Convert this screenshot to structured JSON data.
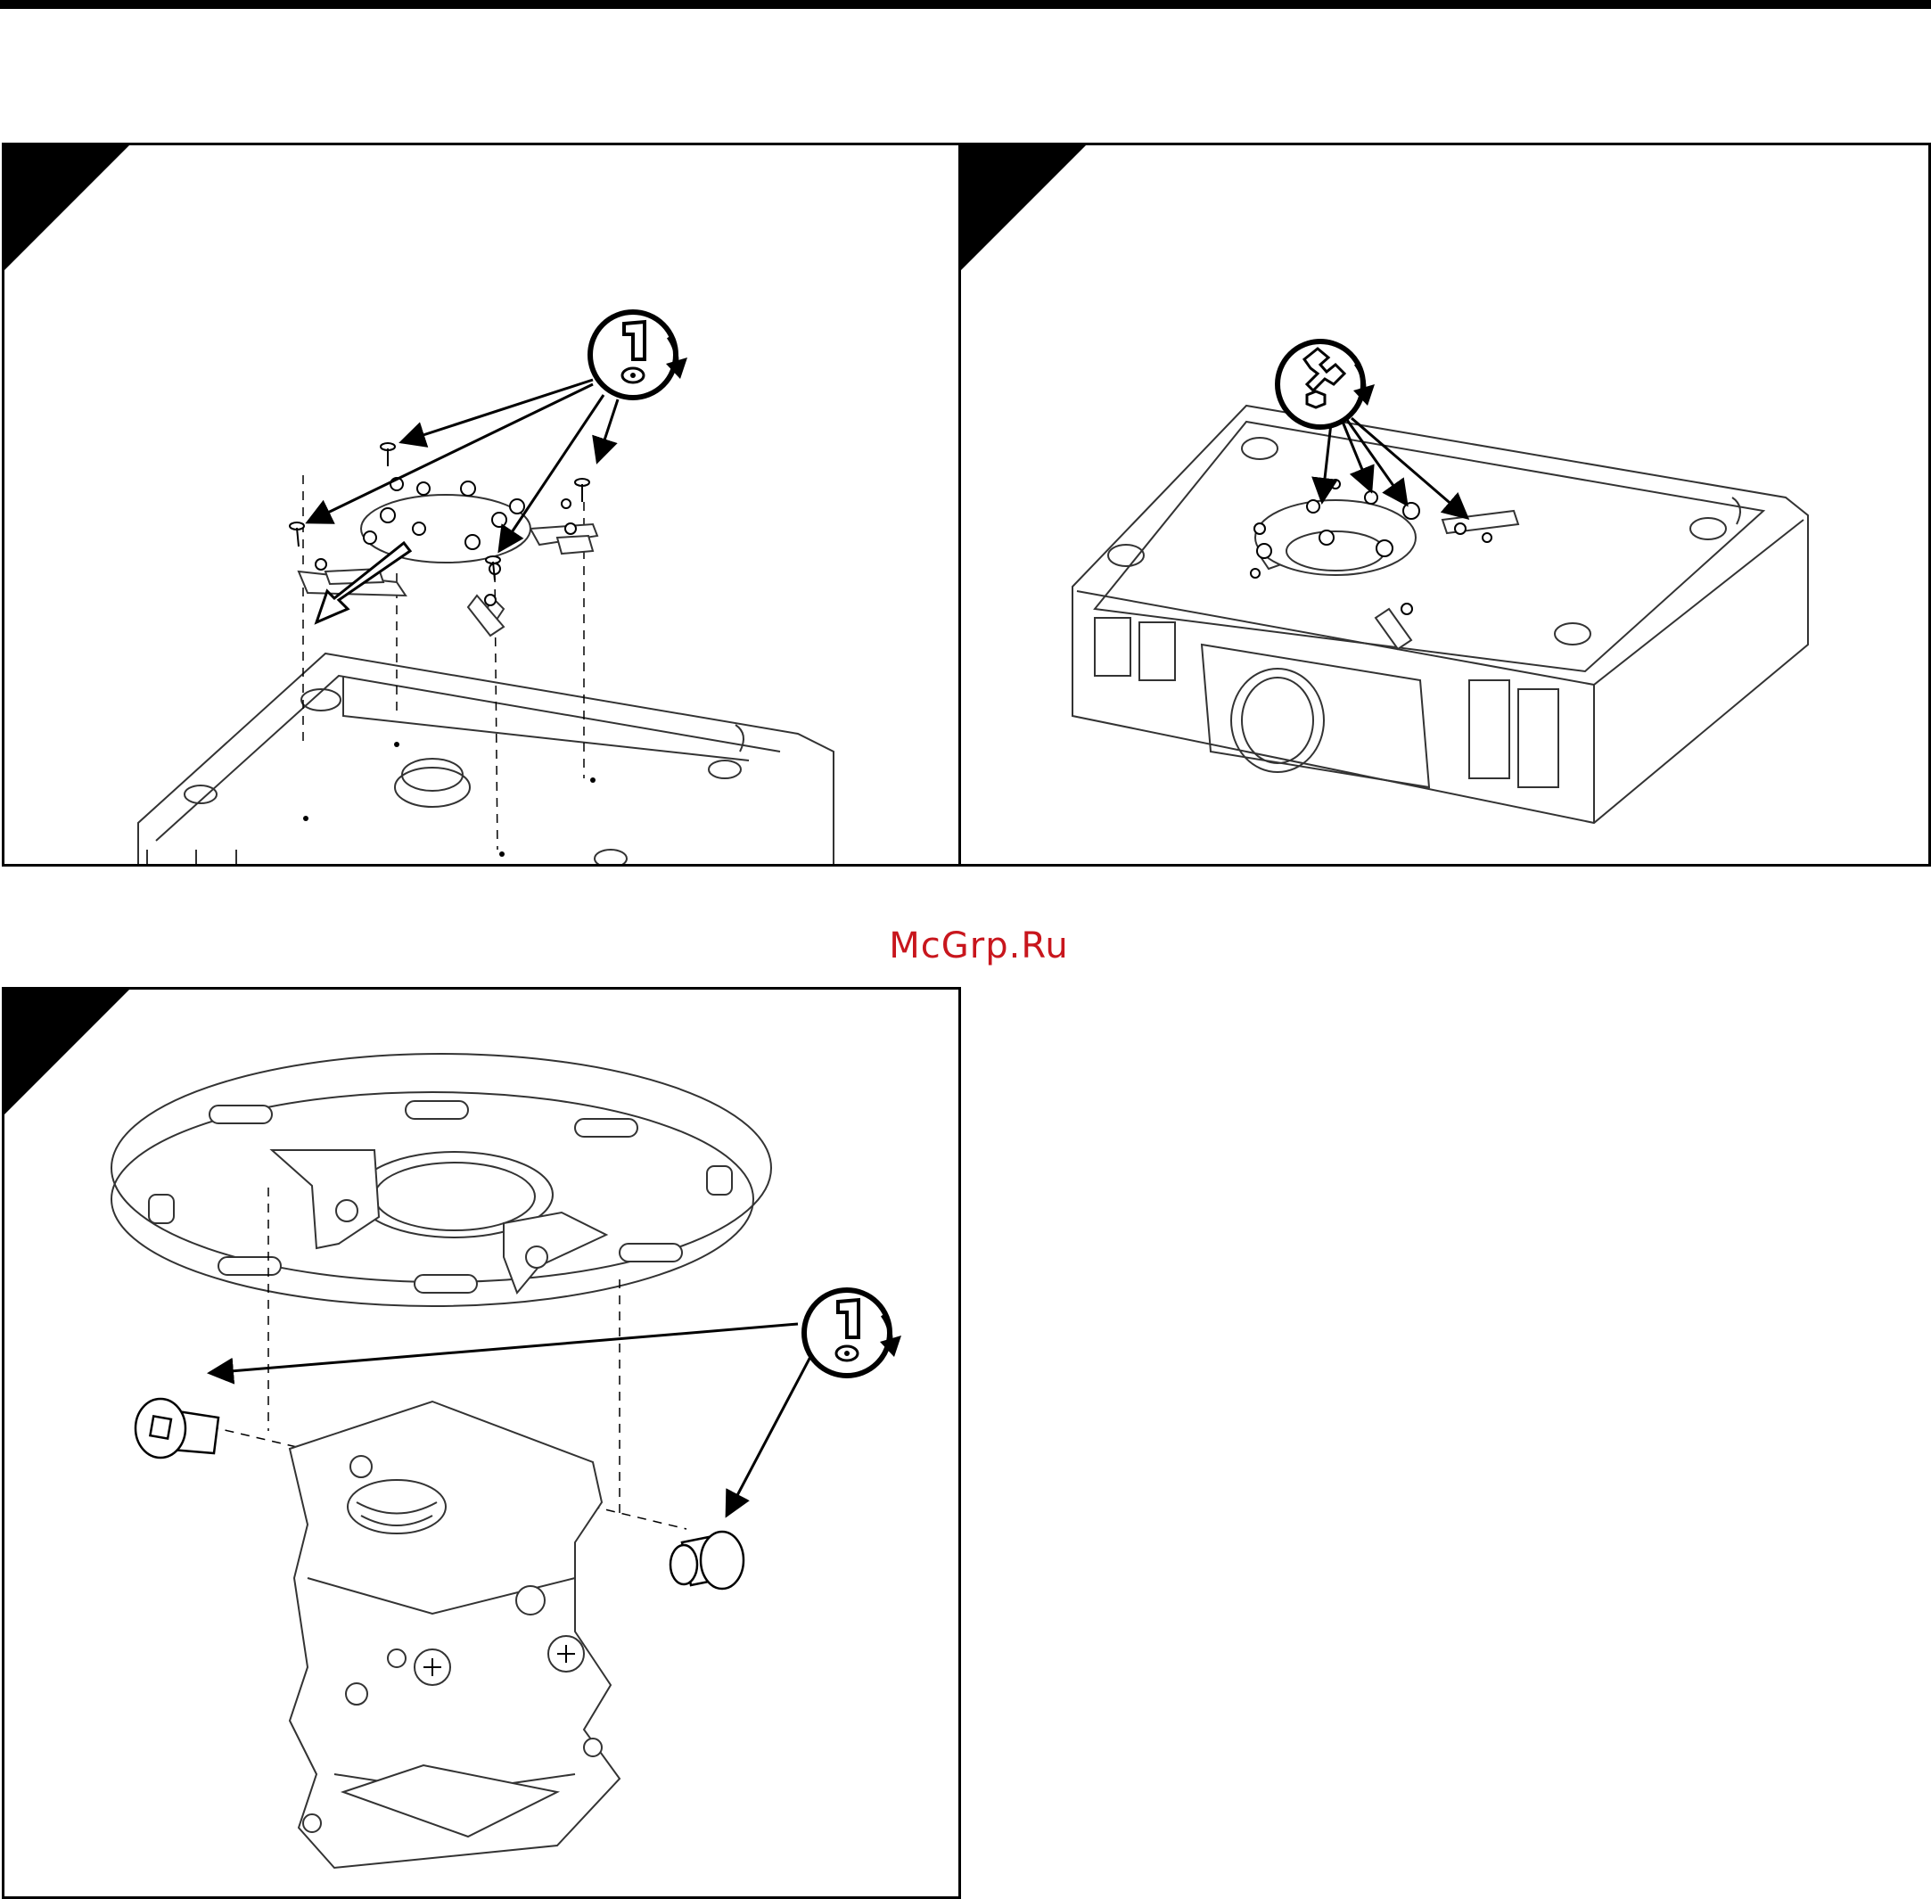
{
  "page": {
    "watermark": "McGrp.Ru"
  },
  "panels": [
    {
      "id": "step-1",
      "tool_icon": "hex-key-icon"
    },
    {
      "id": "step-2",
      "tool_icon": "wrench-icon"
    },
    {
      "id": "step-3",
      "tool_icon": "hex-key-icon"
    }
  ],
  "colors": {
    "line": "#000000",
    "part_line": "#555555",
    "watermark": "#c8161d"
  }
}
